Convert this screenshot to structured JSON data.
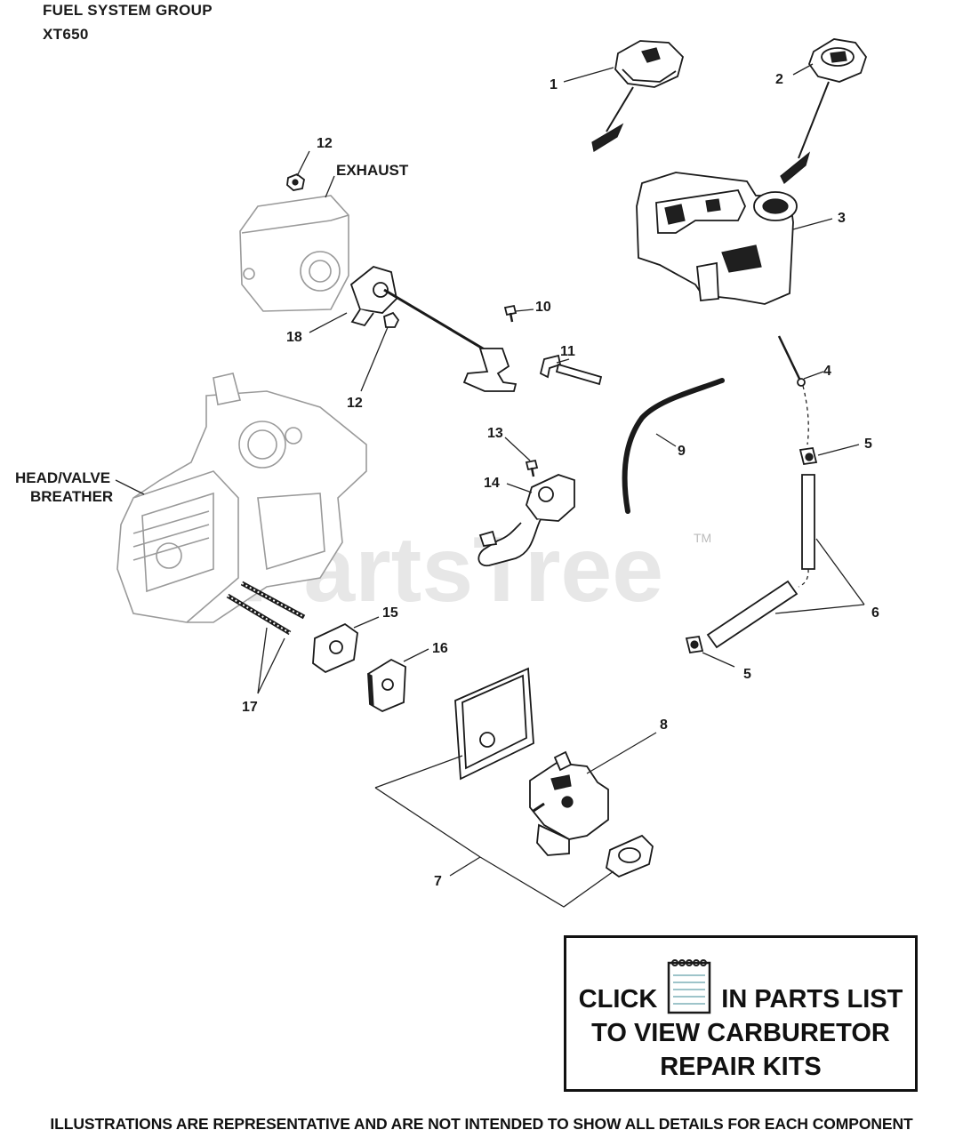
{
  "header": {
    "title": "FUEL SYSTEM GROUP",
    "model": "XT650"
  },
  "labels": {
    "exhaust": "EXHAUST",
    "head_valve": "HEAD/VALVE",
    "breather": "BREATHER"
  },
  "callouts": {
    "c1": "1",
    "c2": "2",
    "c3": "3",
    "c4": "4",
    "c5a": "5",
    "c5b": "5",
    "c6": "6",
    "c7": "7",
    "c8": "8",
    "c9": "9",
    "c10": "10",
    "c11": "11",
    "c12a": "12",
    "c12b": "12",
    "c13": "13",
    "c14": "14",
    "c15": "15",
    "c16": "16",
    "c17": "17",
    "c18": "18"
  },
  "watermark": {
    "text": "PartsTree",
    "tm": "TM"
  },
  "notice": {
    "click": "CLICK",
    "in_parts_list": "IN PARTS LIST",
    "line2": "TO VIEW CARBURETOR",
    "line3": "REPAIR KITS"
  },
  "footer": "ILLUSTRATIONS ARE REPRESENTATIVE AND ARE NOT INTENDED TO SHOW ALL DETAILS FOR EACH COMPONENT",
  "icons": {
    "notebook": "notebook-icon"
  }
}
